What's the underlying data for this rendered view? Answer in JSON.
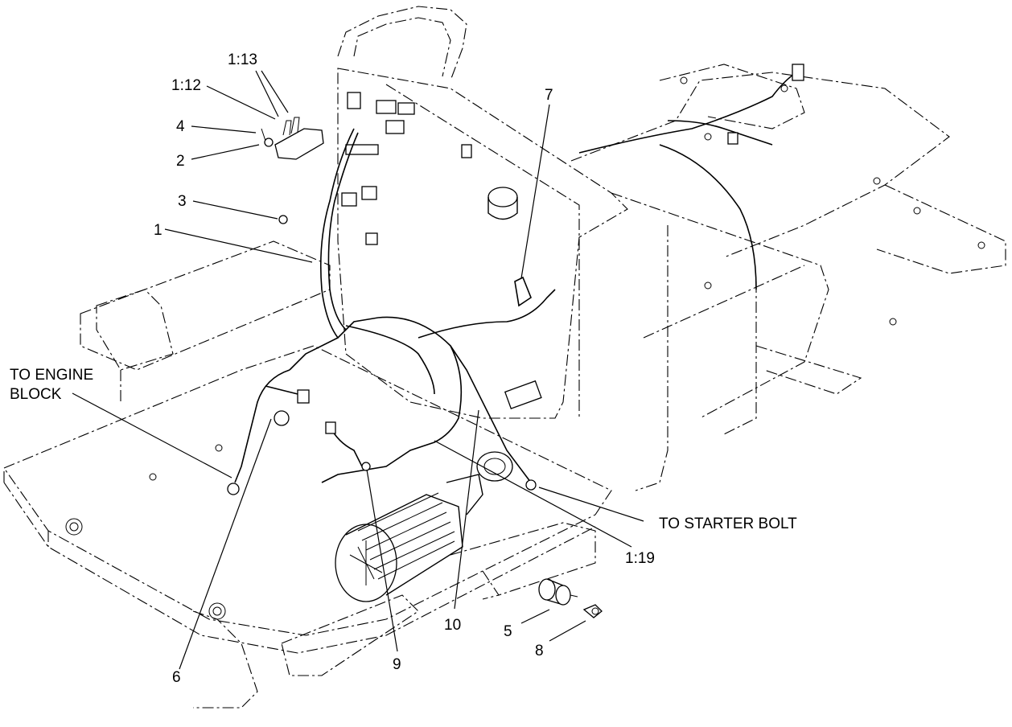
{
  "callouts": {
    "c1_13": "1:13",
    "c1_12": "1:12",
    "c4": "4",
    "c2": "2",
    "c3": "3",
    "c1": "1",
    "c7": "7",
    "to_engine_line1": "TO ENGINE",
    "to_engine_line2": "BLOCK",
    "to_starter": "TO STARTER BOLT",
    "c1_19": "1:19",
    "c10": "10",
    "c5": "5",
    "c8": "8",
    "c9": "9",
    "c6": "6"
  }
}
